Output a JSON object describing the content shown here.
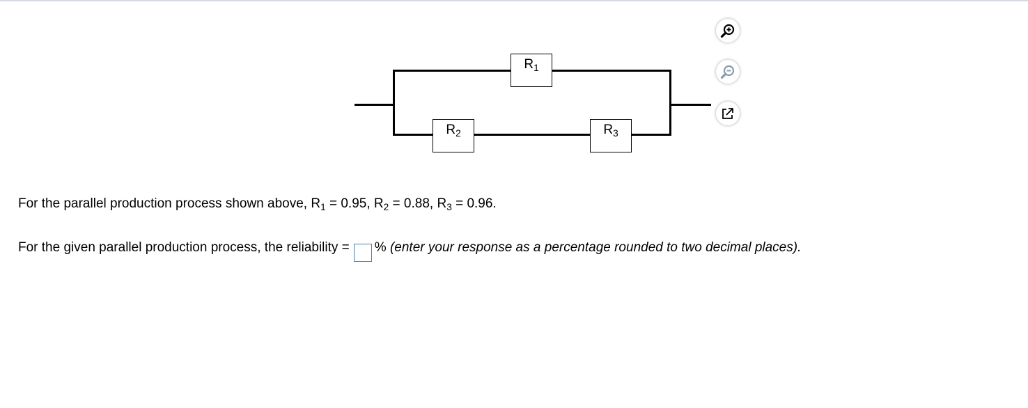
{
  "diagram": {
    "r1": {
      "base": "R",
      "sub": "1"
    },
    "r2": {
      "base": "R",
      "sub": "2"
    },
    "r3": {
      "base": "R",
      "sub": "3"
    }
  },
  "tools": {
    "zoom_in": "zoom-in-icon",
    "zoom_out": "zoom-out-icon",
    "popout": "popout-icon"
  },
  "question": {
    "line1_prefix": "For the parallel production process shown above, ",
    "r1": {
      "base": "R",
      "sub": "1",
      "eq": " = 0.95, "
    },
    "r2": {
      "base": "R",
      "sub": "2",
      "eq": " = 0.88, "
    },
    "r3": {
      "base": "R",
      "sub": "3",
      "eq": " = 0.96."
    },
    "line2_prefix": "For the given parallel production process, the reliability =",
    "answer_value": "",
    "percent": "%",
    "hint": " (enter your response as a percentage rounded to two decimal places)."
  }
}
